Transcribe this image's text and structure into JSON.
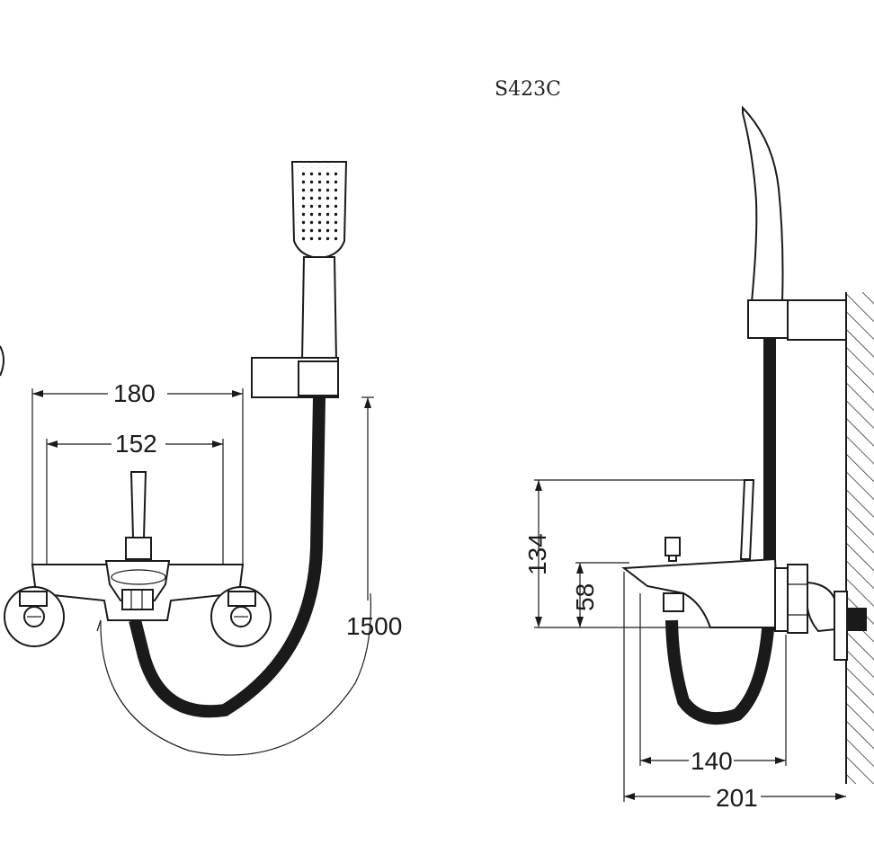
{
  "model": "S423C",
  "front_view": {
    "dim_overall_width": "180",
    "dim_center_distance": "152",
    "dim_hose_length": "1500"
  },
  "side_view": {
    "dim_total_height": "134",
    "dim_spout_height": "58",
    "dim_spout_reach": "140",
    "dim_total_depth": "201"
  }
}
